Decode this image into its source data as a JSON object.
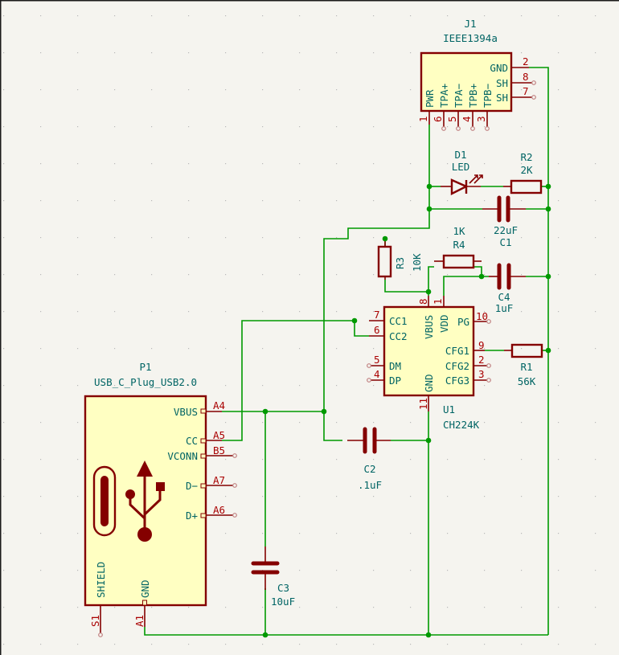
{
  "schematic": {
    "components": {
      "J1": {
        "ref": "J1",
        "value": "IEEE1394a",
        "pins": [
          {
            "num": "2",
            "name": "GND"
          },
          {
            "num": "8",
            "name": "SH"
          },
          {
            "num": "7",
            "name": "SH"
          },
          {
            "num": "1",
            "name": "PWR"
          },
          {
            "num": "6",
            "name": "TPA+"
          },
          {
            "num": "5",
            "name": "TPA−"
          },
          {
            "num": "4",
            "name": "TPB+"
          },
          {
            "num": "3",
            "name": "TPB−"
          }
        ]
      },
      "D1": {
        "ref": "D1",
        "value": "LED"
      },
      "R2": {
        "ref": "R2",
        "value": "2K"
      },
      "C1": {
        "ref": "C1",
        "value": "22uF"
      },
      "R4": {
        "ref": "R4",
        "value": "1K"
      },
      "R3": {
        "ref": "R3",
        "value": "10K"
      },
      "C4": {
        "ref": "C4",
        "value": "1uF"
      },
      "U1": {
        "ref": "U1",
        "value": "CH224K",
        "pins": [
          {
            "num": "7",
            "name": "CC1"
          },
          {
            "num": "6",
            "name": "CC2"
          },
          {
            "num": "5",
            "name": "DM"
          },
          {
            "num": "4",
            "name": "DP"
          },
          {
            "num": "8",
            "name": "VBUS"
          },
          {
            "num": "1",
            "name": "VDD"
          },
          {
            "num": "10",
            "name": "PG"
          },
          {
            "num": "9",
            "name": "CFG1"
          },
          {
            "num": "2",
            "name": "CFG2"
          },
          {
            "num": "3",
            "name": "CFG3"
          },
          {
            "num": "11",
            "name": "GND"
          }
        ]
      },
      "R1": {
        "ref": "R1",
        "value": "56K"
      },
      "C2": {
        "ref": "C2",
        "value": ".1uF"
      },
      "C3": {
        "ref": "C3",
        "value": "10uF"
      },
      "P1": {
        "ref": "P1",
        "value": "USB_C_Plug_USB2.0",
        "pins": [
          {
            "num": "A4",
            "name": "VBUS"
          },
          {
            "num": "A5",
            "name": "CC"
          },
          {
            "num": "B5",
            "name": "VCONN"
          },
          {
            "num": "A7",
            "name": "D−"
          },
          {
            "num": "A6",
            "name": "D+"
          },
          {
            "num": "S1",
            "name": "SHIELD"
          },
          {
            "num": "A1",
            "name": "GND"
          }
        ]
      }
    },
    "colors": {
      "wire": "#009900",
      "component": "#840000",
      "body_fill": "#ffffc2",
      "text": "#006464",
      "pin_number": "#a90000",
      "background": "#f5f4ef"
    }
  }
}
